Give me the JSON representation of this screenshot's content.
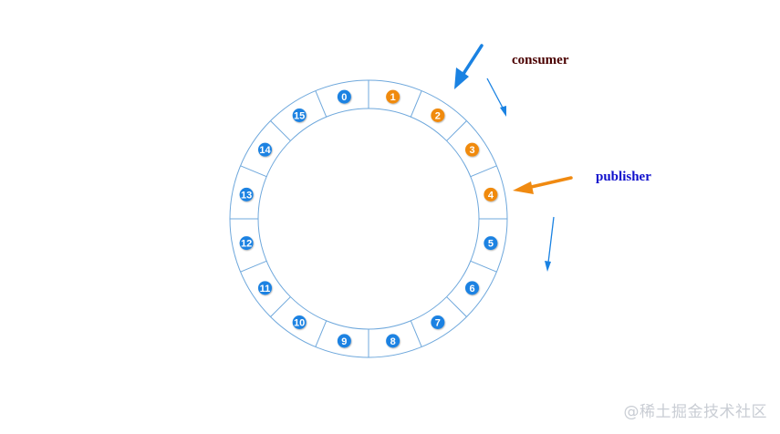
{
  "ring": {
    "slot_count": 16,
    "slot_labels": [
      "0",
      "1",
      "2",
      "3",
      "4",
      "5",
      "6",
      "7",
      "8",
      "9",
      "10",
      "11",
      "12",
      "13",
      "14",
      "15"
    ],
    "highlighted_slots": [
      1,
      2,
      3,
      4
    ]
  },
  "labels": {
    "consumer": "consumer",
    "publisher": "publisher"
  },
  "watermark": "@稀土掘金技术社区",
  "colors": {
    "ring_stroke": "#6fa8dc",
    "slot_default": "#1a82e2",
    "slot_highlight": "#f08a11",
    "consumer_text": "#4a0000",
    "publisher_text": "#1010cc",
    "arrow_blue": "#1a82e2",
    "arrow_orange": "#f08a11"
  },
  "icons": {
    "consumer_pointer": "arrow-icon",
    "publisher_pointer": "arrow-icon",
    "direction_hint": "arrow-icon"
  }
}
